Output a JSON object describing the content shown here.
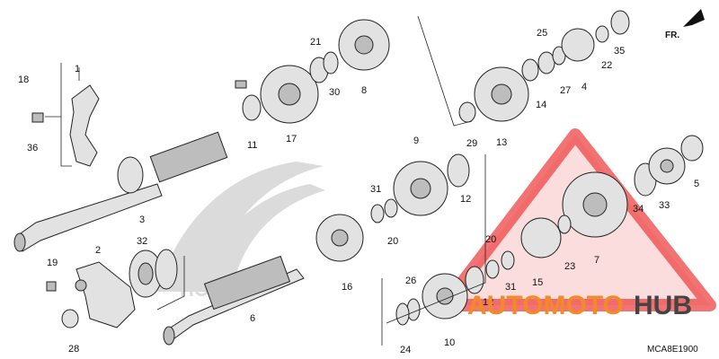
{
  "diagram": {
    "code": "MCA8E1900",
    "direction_label": "FR.",
    "watermark": {
      "part1": "AUTOMOTO",
      "part2": "HUB",
      "color_accent": "#f28a28",
      "color_dark": "#444444",
      "triangle_color": "#ee4444"
    },
    "brand_mark_text": "HONDA",
    "callouts": [
      "1",
      "2",
      "3",
      "4",
      "5",
      "6",
      "7",
      "8",
      "9",
      "10",
      "11",
      "12",
      "12",
      "13",
      "14",
      "15",
      "16",
      "17",
      "18",
      "19",
      "20",
      "20",
      "21",
      "22",
      "23",
      "24",
      "25",
      "26",
      "27",
      "28",
      "29",
      "30",
      "31",
      "31",
      "32",
      "33",
      "34",
      "35",
      "36"
    ]
  }
}
